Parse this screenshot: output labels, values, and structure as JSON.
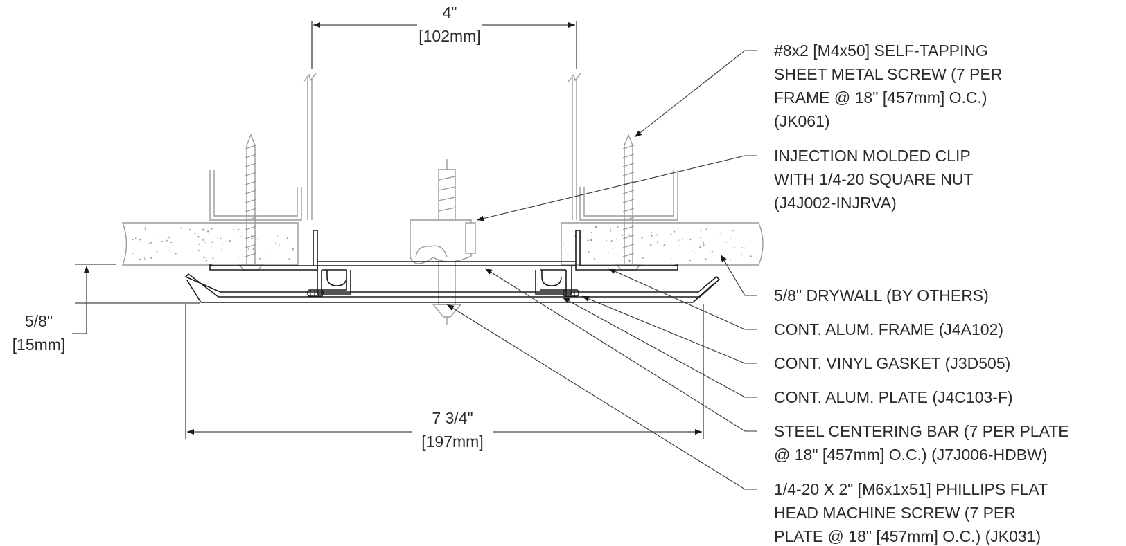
{
  "dimensions": {
    "top_width": {
      "imperial": "4\"",
      "metric": "[102mm]"
    },
    "bottom_width": {
      "imperial": "7 3/4\"",
      "metric": "[197mm]"
    },
    "left_height": {
      "imperial": "5/8\"",
      "metric": "[15mm]"
    }
  },
  "callouts": [
    {
      "lines": [
        "#8x2 [M4x50] SELF-TAPPING",
        "SHEET METAL SCREW (7 PER",
        "FRAME @ 18\" [457mm] O.C.)",
        "(JK061)"
      ]
    },
    {
      "lines": [
        "INJECTION MOLDED CLIP",
        "WITH 1/4-20 SQUARE NUT",
        "(J4J002-INJRVA)"
      ]
    },
    {
      "lines": [
        "5/8\" DRYWALL (BY OTHERS)"
      ]
    },
    {
      "lines": [
        "CONT. ALUM. FRAME (J4A102)"
      ]
    },
    {
      "lines": [
        "CONT. VINYL GASKET (J3D505)"
      ]
    },
    {
      "lines": [
        "CONT. ALUM. PLATE (J4C103-F)"
      ]
    },
    {
      "lines": [
        "STEEL CENTERING BAR (7 PER PLATE",
        "@ 18\" [457mm] O.C.) (J7J006-HDBW)"
      ]
    },
    {
      "lines": [
        "1/4-20 X 2\" [M6x1x51] PHILLIPS FLAT",
        "HEAD MACHINE SCREW (7 PER",
        "PLATE @ 18\" [457mm] O.C.) (JK031)"
      ]
    }
  ]
}
